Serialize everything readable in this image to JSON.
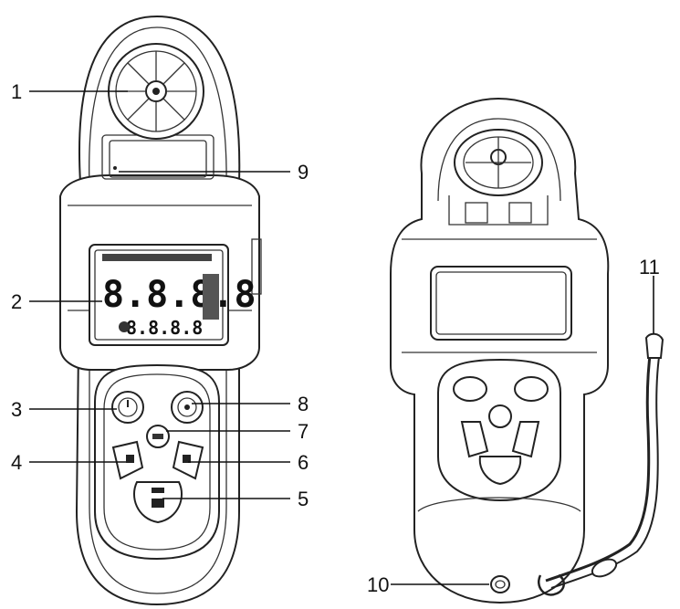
{
  "callouts": [
    {
      "id": "1",
      "text": "1"
    },
    {
      "id": "2",
      "text": "2"
    },
    {
      "id": "3",
      "text": "3"
    },
    {
      "id": "4",
      "text": "4"
    },
    {
      "id": "5",
      "text": "5"
    },
    {
      "id": "6",
      "text": "6"
    },
    {
      "id": "7",
      "text": "7"
    },
    {
      "id": "8",
      "text": "8"
    },
    {
      "id": "9",
      "text": "9"
    },
    {
      "id": "10",
      "text": "10"
    },
    {
      "id": "11",
      "text": "11"
    }
  ],
  "lcd": {
    "main_digits": "8.8.8.8",
    "sub_digits": "8.8.8.8"
  }
}
